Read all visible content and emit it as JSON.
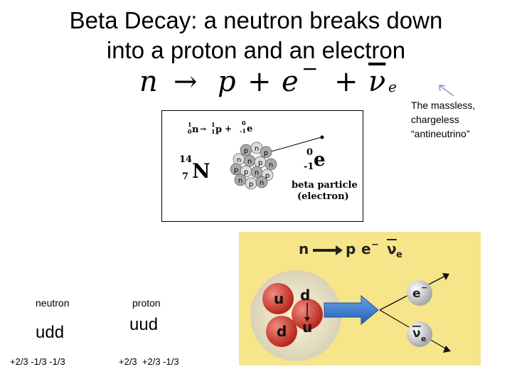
{
  "slide": {
    "title_line1": "Beta Decay: a neutron breaks down",
    "title_line2": "into a proton and an electron",
    "equation": {
      "n": "n",
      "arrow": "→",
      "p": "p",
      "plus1": "+",
      "e": "e",
      "e_sup": "−",
      "plus2": "+",
      "nu": "ν",
      "nu_sub": "e"
    },
    "annotation": {
      "line1": "The massless,",
      "line2": "chargeless",
      "line3": "“antineutrino”"
    },
    "nuclear_diagram": {
      "reaction": {
        "n_top": "1",
        "n_bot": "0",
        "n": "n",
        "arrow": "→",
        "p_top": "1",
        "p_bot": "1",
        "p": "p",
        "plus": "+",
        "e_top": "0",
        "e_bot": "-1",
        "e": "e"
      },
      "nucleus": {
        "mass": "14",
        "atomic": "7",
        "symbol": "N"
      },
      "emitted": {
        "top": "0",
        "bot": "-1",
        "symbol": "e"
      },
      "caption_line1": "beta particle",
      "caption_line2": "(electron)"
    },
    "quark_diagram": {
      "reaction": {
        "n": "n",
        "p": "p",
        "e": "e",
        "e_sup": "−",
        "nu": "ν",
        "nu_sub": "e"
      },
      "quarks": {
        "u1": "u",
        "d1": "d",
        "d2": "d",
        "u2": "u"
      },
      "outputs": {
        "e": "e",
        "e_sup": "−",
        "nu": "ν",
        "nu_sub": "e"
      }
    },
    "neutron": {
      "label": "neutron",
      "quarks": "udd",
      "charges": "+2/3 -1/3 -1/3"
    },
    "proton": {
      "label": "proton",
      "quarks": "uud",
      "charges": "+2/3  +2/3 -1/3"
    },
    "colors": {
      "quark_red": "#c8372d",
      "arrow_blue": "#2b6cc4",
      "panel_yellow": "#f7e58a"
    }
  }
}
